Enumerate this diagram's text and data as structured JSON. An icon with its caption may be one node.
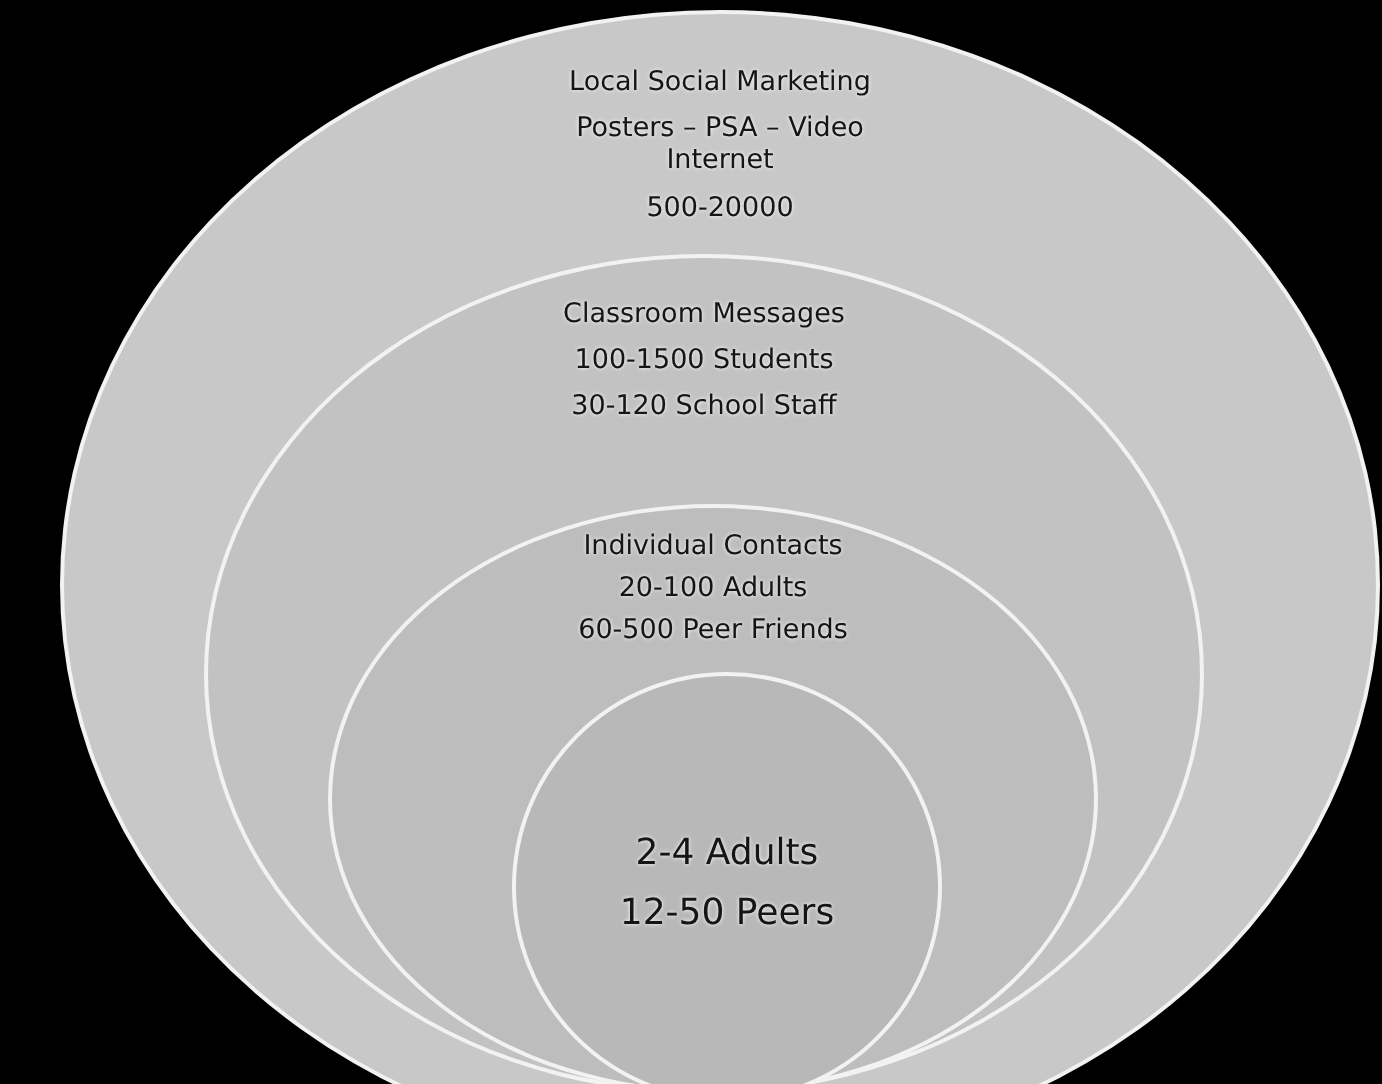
{
  "diagram": {
    "nodes": [
      {
        "text": [
          "Local Social Marketing",
          "Posters – PSA – Video Internet",
          "500-20000"
        ]
      },
      {
        "text": [
          "Classroom Messages",
          "100-1500 Students",
          "30-120 School Staff"
        ],
        "in": 0
      },
      {
        "text": [
          "Individual Contacts",
          "20-100 Adults",
          "60-500 Peer Friends"
        ],
        "in": 1
      },
      {
        "text": [
          "2-4 Adults",
          "12-50 Peers"
        ],
        "in": 2
      }
    ]
  }
}
